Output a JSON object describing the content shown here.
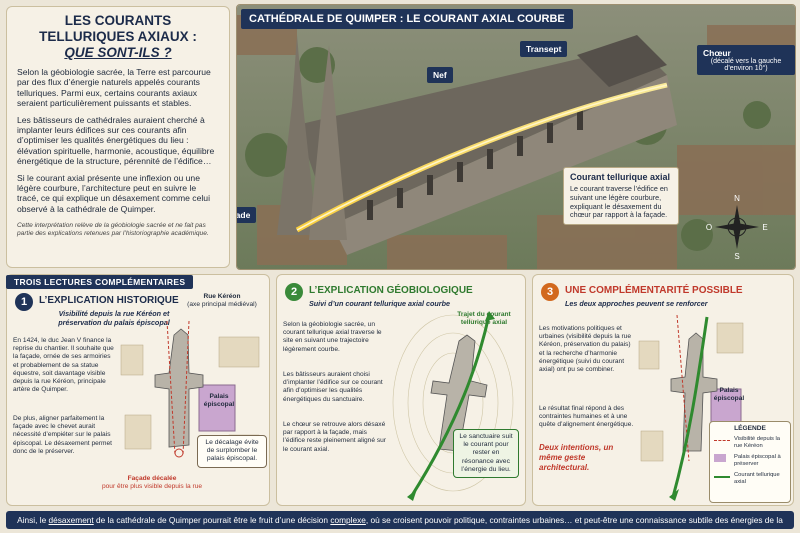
{
  "intro": {
    "title": "LES COURANTS TELLURIQUES AXIAUX :",
    "subtitle": "QUE SONT-ILS ?",
    "p1": "Selon la géobiologie sacrée, la Terre est parcourue par des flux d’énergie naturels appelés courants telluriques. Parmi eux, certains courants axiaux seraient particulièrement puissants et stables.",
    "p2": "Les bâtisseurs de cathédrales auraient cherché à implanter leurs édifices sur ces courants afin d’optimiser les qualités énergétiques du lieu : élévation spirituelle, harmonie, acoustique, équilibre énergétique de la structure, pérennité de l’édifice…",
    "p3": "Si le courant axial présente une inflexion ou une légère courbure, l’architecture peut en suivre le tracé, ce qui explique un désaxement comme celui observé à la cathédrale de Quimper.",
    "note": "Cette interprétation relève de la géobiologie sacrée et ne fait pas partie des explications retenues par l’historiographie académique."
  },
  "hero": {
    "title": "CATHÉDRALE DE QUIMPER : LE COURANT AXIAL COURBE",
    "tag_nef": "Nef",
    "tag_transept": "Transept",
    "tag_choeur": "Chœur",
    "tag_choeur_sub": "(décalé vers la gauche d’environ 10°)",
    "tag_facade": "Façade",
    "callout_title": "Courant tellurique axial",
    "callout_body": "Le courant traverse l’édifice en suivant une légère courbure, expliquant le désaxement du chœur par rapport à la façade.",
    "compass": {
      "n": "N",
      "s": "S",
      "e": "E",
      "o": "O"
    }
  },
  "section_title": "TROIS LECTURES COMPLÉMENTAIRES",
  "col1": {
    "num": "1",
    "heading": "L’EXPLICATION HISTORIQUE",
    "subheading": "Visibilité depuis la rue Kéréon et préservation du palais épiscopal",
    "text1": "En 1424, le duc Jean V finance la reprise du chantier. Il souhaite que la façade, ornée de ses armoiries et probablement de sa statue équestre, soit davantage visible depuis la rue Kéréon, principale artère de Quimper.",
    "text2": "De plus, aligner parfaitement la façade avec le chevet aurait nécessité d’empiéter sur le palais épiscopal. Le désaxement permet donc de le préserver.",
    "rue_label": "Rue Kéréon",
    "rue_sub": "(axe principal médiéval)",
    "palais_label": "Palais épiscopal",
    "box": "Le décalage évite de surplomber le palais épiscopal.",
    "facade_label": "Façade décalée",
    "facade_sub": "pour être plus visible depuis la rue"
  },
  "col2": {
    "num": "2",
    "heading": "L’EXPLICATION GÉOBIOLOGIQUE",
    "subheading": "Suivi d’un courant tellurique axial courbe",
    "text1": "Selon la géobiologie sacrée, un courant tellurique axial traverse le site en suivant une trajectoire légèrement courbe.",
    "text2": "Les bâtisseurs auraient choisi d’implanter l’édifice sur ce courant afin d’optimiser les qualités énergétiques du sanctuaire.",
    "text3": "Le chœur se retrouve alors désaxé par rapport à la façade, mais l’édifice reste pleinement aligné sur le courant axial.",
    "trajet_label": "Trajet du courant tellurique axial",
    "box": "Le sanctuaire suit le courant pour rester en résonance avec l’énergie du lieu."
  },
  "col3": {
    "num": "3",
    "heading": "UNE COMPLÉMENTARITÉ POSSIBLE",
    "subheading": "Les deux approches peuvent se renforcer",
    "text1": "Les motivations politiques et urbaines (visibilité depuis la rue Kéréon, préservation du palais) et la recherche d’harmonie énergétique (suivi du courant axial) ont pu se combiner.",
    "text2": "Le résultat final répond à des contraintes humaines et à une quête d’alignement énergétique.",
    "quote": "Deux intentions, un même geste architectural.",
    "palais_label": "Palais épiscopal",
    "legend_title": "LÉGENDE",
    "legend": [
      "Visibilité depuis la rue Kéréon",
      "Palais épiscopal à préserver",
      "Courant tellurique axial"
    ]
  },
  "footer": {
    "pre": "Ainsi, le ",
    "w1": "désaxement",
    "mid": " de la cathédrale de Quimper pourrait être le fruit d’une décision ",
    "w2": "complexe",
    "post": ", où se croisent pouvoir politique, contraintes urbaines… et peut-être une connaissance subtile des énergies de la Terre."
  },
  "colors": {
    "navy": "#1f3358",
    "red": "#c0392b",
    "green": "#3a8a3a",
    "orange": "#d2691e",
    "palais": "#c9a6cf"
  }
}
